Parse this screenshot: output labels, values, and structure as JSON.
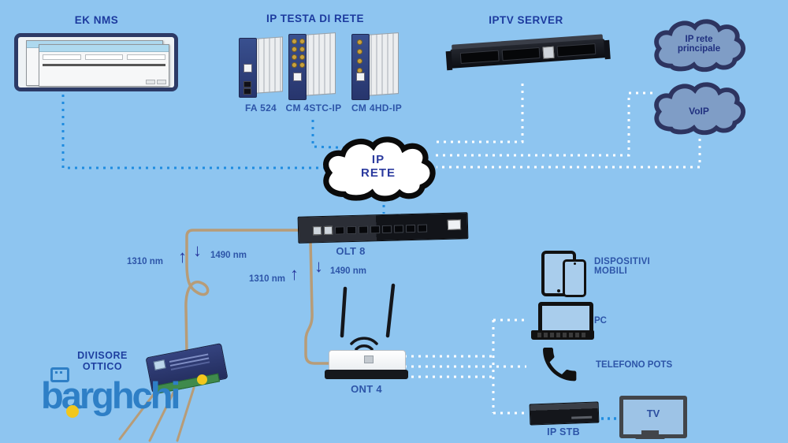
{
  "nms": {
    "title": "EK NMS"
  },
  "headend": {
    "title": "IP TESTA DI RETE",
    "modules": [
      {
        "label": "FA 524"
      },
      {
        "label": "CM 4STC-IP"
      },
      {
        "label": "CM 4HD-IP"
      }
    ]
  },
  "iptv": {
    "title": "IPTV SERVER"
  },
  "clouds": {
    "principale_line1": "IP rete",
    "principale_line2": "principale",
    "voip": "VoIP",
    "rete_line1": "IP",
    "rete_line2": "RETE"
  },
  "olt": {
    "label": "OLT 8"
  },
  "fiber": {
    "upstream": "1310 nm",
    "downstream": "1490 nm"
  },
  "icons": {
    "up_arrow": "↑",
    "down_arrow": "↓"
  },
  "splitter": {
    "line1": "DIVISORE",
    "line2": "OTTICO"
  },
  "ont": {
    "label": "ONT 4"
  },
  "devices": {
    "mobile_line1": "DISPOSITIVI",
    "mobile_line2": "MOBILI",
    "pc": "PC",
    "phone": "TELEFONO POTS",
    "stb": "IP STB",
    "tv": "TV"
  },
  "logo": {
    "text": "barghchi"
  },
  "colors": {
    "background": "#8ec5f0",
    "heading_navy": "#1c3a9e",
    "label_blue": "#2d55a8",
    "cloud_fill": "#7f9dc6",
    "cloud_stroke": "#2d3460",
    "center_cloud_fill": "#ffffff",
    "center_cloud_stroke": "#0a0a0a",
    "dotted_blue": "#1f8ce0",
    "dotted_white": "#ffffff",
    "fiber_tan": "#b79c78",
    "device_black": "#15171c",
    "module_navy": "#2c3f85",
    "logo_blue": "#2e7fc6",
    "logo_yellow": "#f2c71d"
  }
}
